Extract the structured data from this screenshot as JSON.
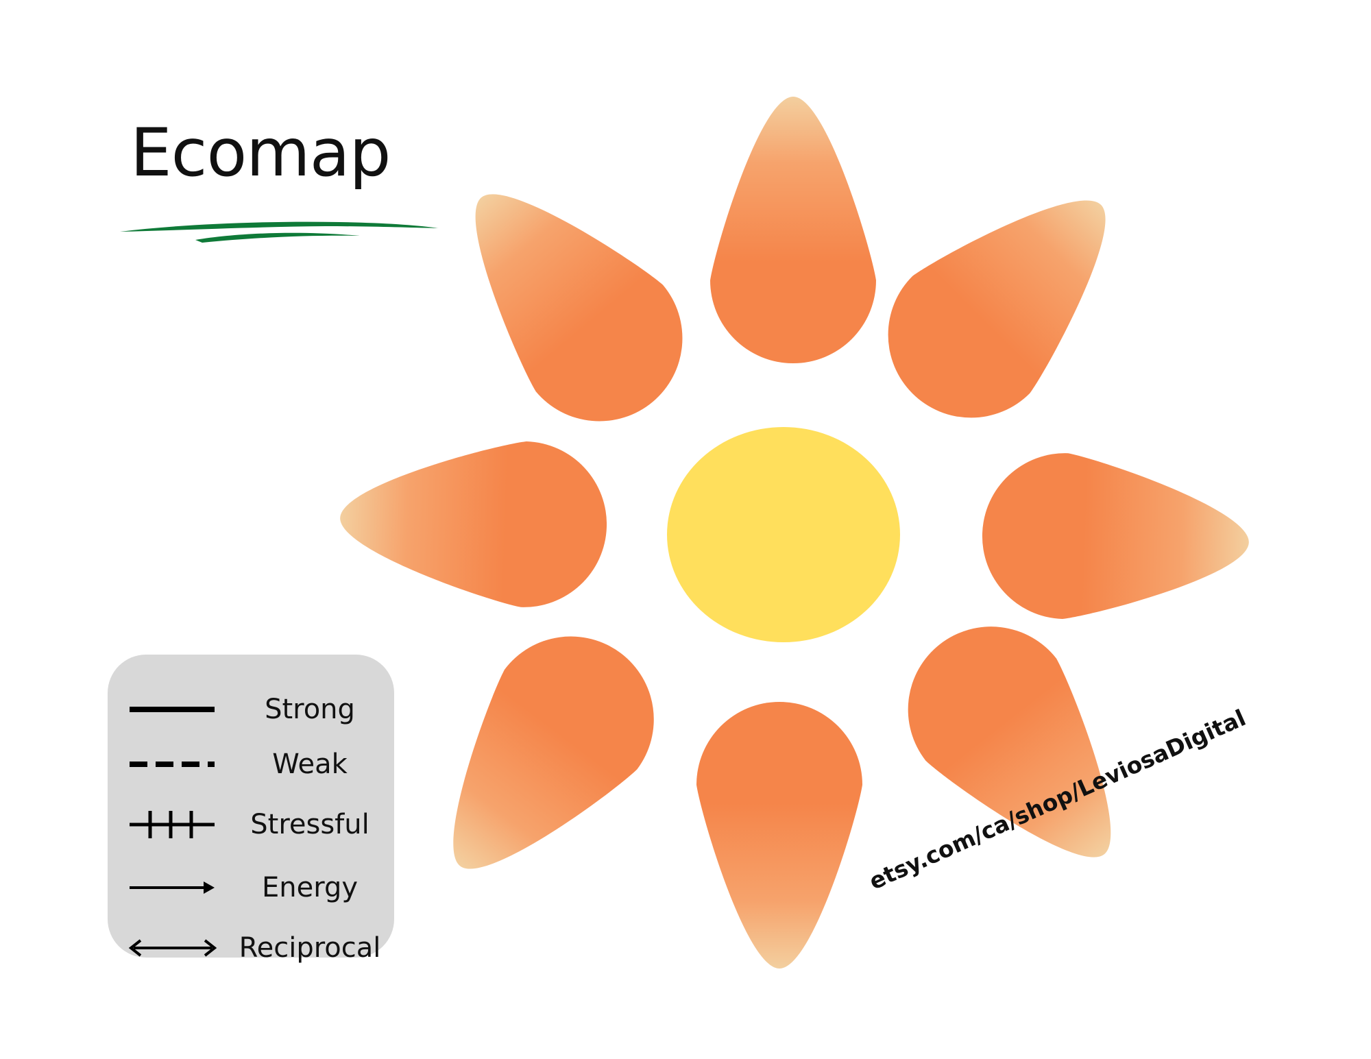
{
  "title": "Ecomap",
  "colors": {
    "accent_underline": "#0f7a38",
    "petal_inner": "#f5854a",
    "petal_outer": "#f3cf9f",
    "center": "#ffdf5c",
    "legend_bg": "#d8d8d8"
  },
  "legend": [
    {
      "label": "Strong",
      "icon": "solid-line-icon"
    },
    {
      "label": "Weak",
      "icon": "dashed-line-icon"
    },
    {
      "label": "Stressful",
      "icon": "hatched-line-icon"
    },
    {
      "label": "Energy",
      "icon": "one-way-arrow-icon"
    },
    {
      "label": "Reciprocal",
      "icon": "two-way-arrow-icon"
    }
  ],
  "diagram": {
    "center_node": {
      "label": ""
    },
    "petal_count": 8
  },
  "watermark": "etsy.com/ca/shop/LeviosaDigital"
}
